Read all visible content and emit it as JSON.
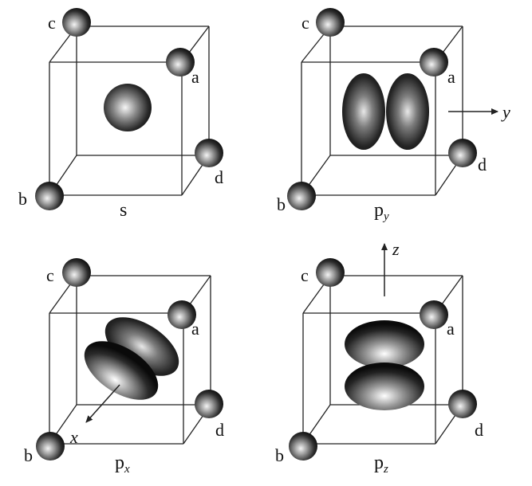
{
  "panels": [
    {
      "id": "s",
      "caption": {
        "main": "s",
        "sub": ""
      },
      "atom_labels": {
        "a": "a",
        "b": "b",
        "c": "c",
        "d": "d"
      },
      "axis_label": ""
    },
    {
      "id": "py",
      "caption": {
        "main": "p",
        "sub": "y"
      },
      "atom_labels": {
        "a": "a",
        "b": "b",
        "c": "c",
        "d": "d"
      },
      "axis_label": "y"
    },
    {
      "id": "px",
      "caption": {
        "main": "p",
        "sub": "x"
      },
      "atom_labels": {
        "a": "a",
        "b": "b",
        "c": "c",
        "d": "d"
      },
      "axis_label": "x"
    },
    {
      "id": "pz",
      "caption": {
        "main": "p",
        "sub": "z"
      },
      "atom_labels": {
        "a": "a",
        "b": "b",
        "c": "c",
        "d": "d"
      },
      "axis_label": "z"
    }
  ],
  "colors": {
    "line": "#222222",
    "atom_dark": "#111111",
    "atom_light": "#f2f2f2"
  }
}
